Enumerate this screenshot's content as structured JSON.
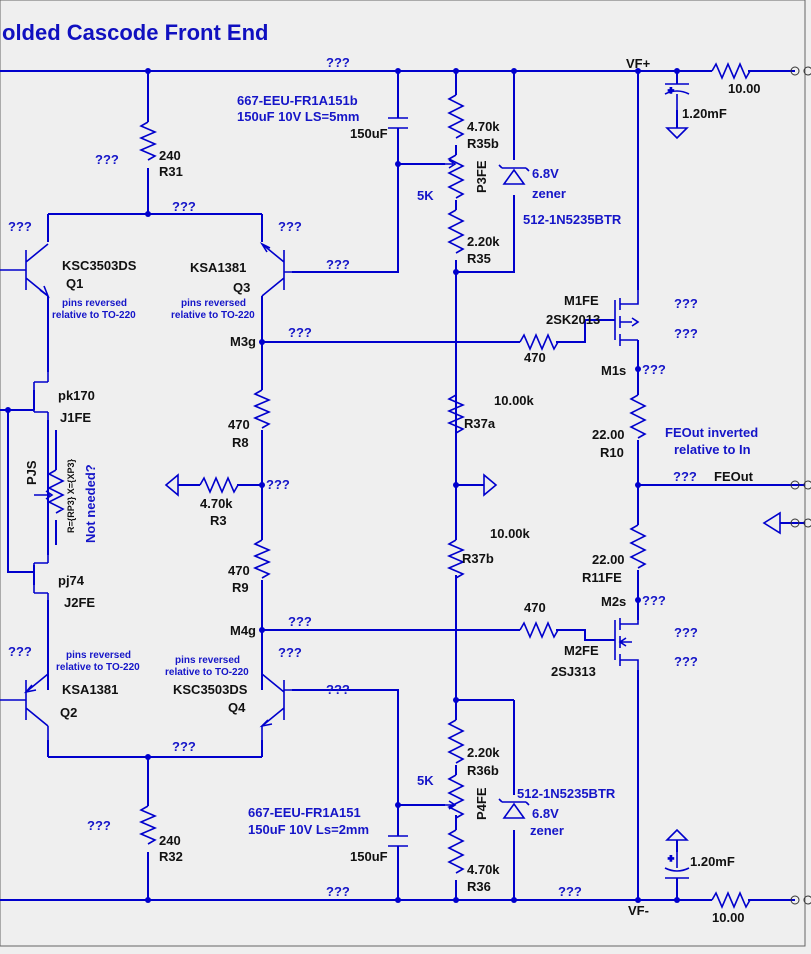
{
  "title": "olded Cascode Front End",
  "unknown": "???",
  "nets": {
    "vfp": "VF+",
    "vfm": "VF-",
    "m3g": "M3g",
    "m4g": "M4g",
    "m1s": "M1s",
    "m2s": "M2s",
    "feout": "FEOut"
  },
  "notes": {
    "feout_1": "FEOut inverted",
    "feout_2": "relative to In",
    "not_needed": "Not needed?",
    "pins_rev_1": "pins reversed",
    "pins_rev_2": "relative to TO-220",
    "c_top_1": "667-EEU-FR1A151b",
    "c_top_2": "150uF 10V LS=5mm",
    "c_bot_1": "667-EEU-FR1A151",
    "c_bot_2": "150uF 10V Ls=2mm",
    "pjs_expr": "R={RP3} X={XP3}"
  },
  "parts": {
    "r_rail_top": "10.00",
    "r_rail_bot": "10.00",
    "c_rail_top": "1.20mF",
    "c_rail_bot": "1.20mF",
    "r31_val": "240",
    "r31": "R31",
    "r32_val": "240",
    "r32": "R32",
    "c_top_val": "150uF",
    "c_bot_val": "150uF",
    "r35b_val": "4.70k",
    "r35b": "R35b",
    "p3_val": "5K",
    "p3": "P3FE",
    "r35_val": "2.20k",
    "r35": "R35",
    "z1_val": "6.8V",
    "z1_kind": "zener",
    "z1_pn": "512-1N5235BTR",
    "r36b_val": "2.20k",
    "r36b": "R36b",
    "p4_val": "5K",
    "p4": "P4FE",
    "r36_val": "4.70k",
    "r36": "R36",
    "z2_pn": "512-1N5235BTR",
    "z2_val": "6.8V",
    "z2_kind": "zener",
    "q1_pn": "KSC3503DS",
    "q1": "Q1",
    "q3_pn": "KSA1381",
    "q3": "Q3",
    "q2_pn": "KSA1381",
    "q2": "Q2",
    "q4_pn": "KSC3503DS",
    "q4": "Q4",
    "j1_pn": "pk170",
    "j1": "J1FE",
    "j2_pn": "pj74",
    "j2": "J2FE",
    "pjs": "PJS",
    "r8_val": "470",
    "r8": "R8",
    "r3_val": "4.70k",
    "r3": "R3",
    "r9_val": "470",
    "r9": "R9",
    "r37a_val": "10.00k",
    "r37a": "R37a",
    "r37b_val": "10.00k",
    "r37b": "R37b",
    "rg1_val": "470",
    "rg2_val": "470",
    "m1": "M1FE",
    "m1_pn": "2SK2013",
    "m2": "M2FE",
    "m2_pn": "2SJ313",
    "r10_val": "22.00",
    "r10": "R10",
    "r11_val": "22.00",
    "r11": "R11FE"
  }
}
